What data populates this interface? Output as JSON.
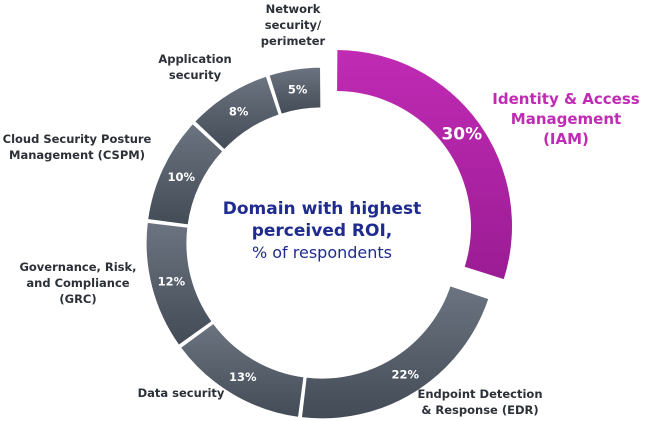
{
  "chart_data": {
    "type": "pie",
    "title_lines": [
      "Domain with highest",
      "perceived ROI,"
    ],
    "subtitle": "% of respondents",
    "slices": [
      {
        "name": "Identity & Access Management (IAM)",
        "label_lines": [
          "Identity & Access",
          "Management",
          "(IAM)"
        ],
        "value": 30,
        "value_label": "30%",
        "highlight": true
      },
      {
        "name": "Endpoint Detection & Response (EDR)",
        "label_lines": [
          "Endpoint Detection",
          "& Response (EDR)"
        ],
        "value": 22,
        "value_label": "22%"
      },
      {
        "name": "Data security",
        "label_lines": [
          "Data security"
        ],
        "value": 13,
        "value_label": "13%"
      },
      {
        "name": "Governance, Risk, and Compliance (GRC)",
        "label_lines": [
          "Governance, Risk,",
          "and Compliance",
          "(GRC)"
        ],
        "value": 12,
        "value_label": "12%"
      },
      {
        "name": "Cloud Security Posture Management (CSPM)",
        "label_lines": [
          "Cloud Security Posture",
          "Management (CSPM)"
        ],
        "value": 10,
        "value_label": "10%"
      },
      {
        "name": "Application security",
        "label_lines": [
          "Application",
          "security"
        ],
        "value": 8,
        "value_label": "8%"
      },
      {
        "name": "Network security/ perimeter",
        "label_lines": [
          "Network",
          "security/",
          "perimeter"
        ],
        "value": 5,
        "value_label": "5%"
      }
    ],
    "colors": {
      "highlight": "#c02bb4",
      "highlight_dark": "#9b1c94",
      "base_light": "#6b7480",
      "base_dark": "#434b56",
      "center_title": "#1f2b8f",
      "label": "#2c3038"
    }
  }
}
